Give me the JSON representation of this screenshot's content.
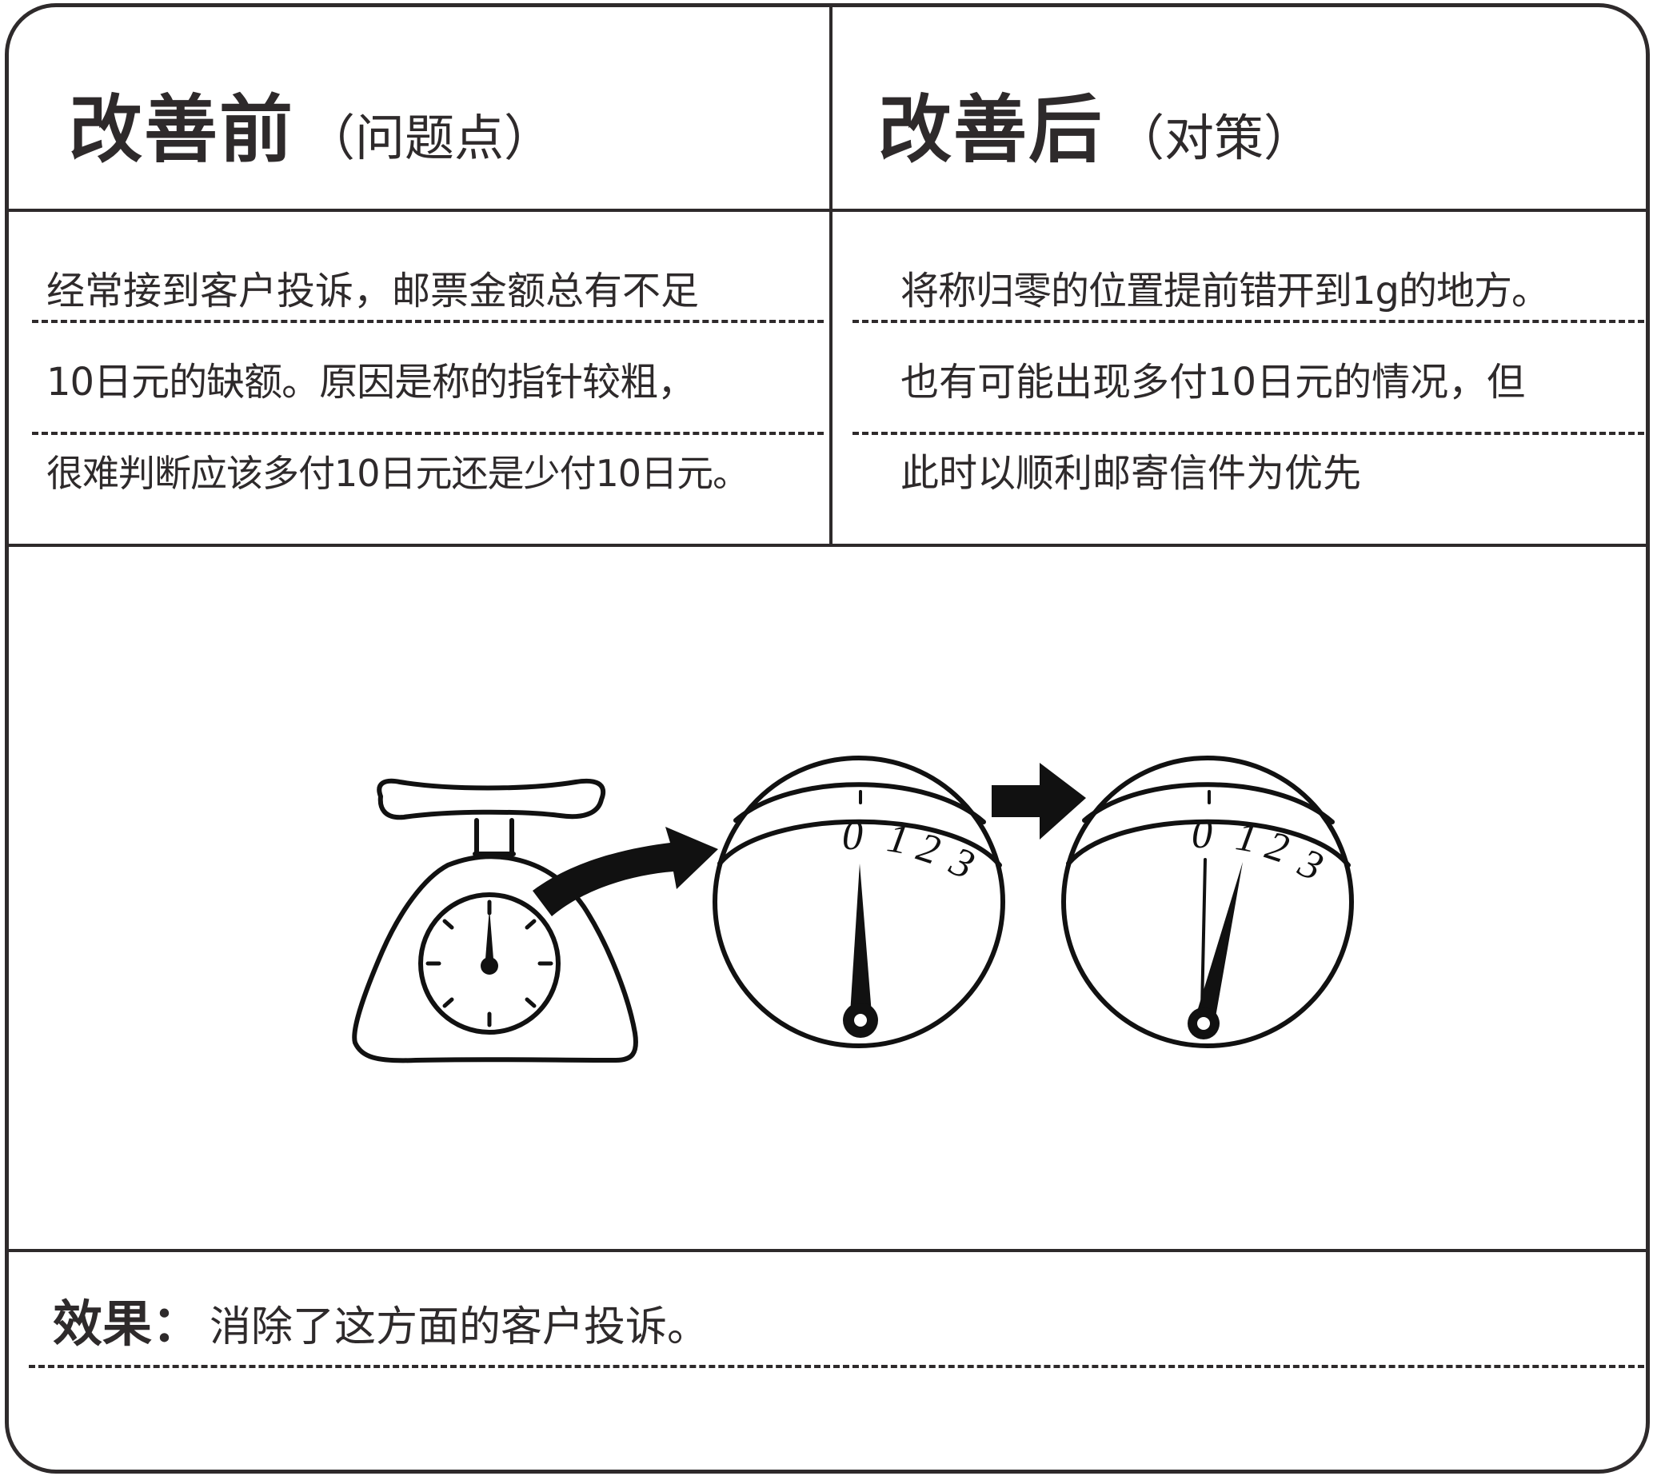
{
  "before": {
    "title": "改善前",
    "subtitle": "（问题点）",
    "lines": [
      "经常接到客户投诉，邮票金额总有不足",
      "10日元的缺额。原因是称的指针较粗，",
      "很难判断应该多付10日元还是少付10日元。"
    ]
  },
  "after": {
    "title": "改善后",
    "subtitle": "（对策）",
    "lines": [
      "将称归零的位置提前错开到1g的地方。",
      "也有可能出现多付10日元的情况，但",
      "此时以顺利邮寄信件为优先"
    ]
  },
  "illustration": {
    "dial_labels": [
      "0",
      "1",
      "2",
      "3"
    ]
  },
  "effect": {
    "label": "效果：",
    "text": "消除了这方面的客户投诉。"
  }
}
